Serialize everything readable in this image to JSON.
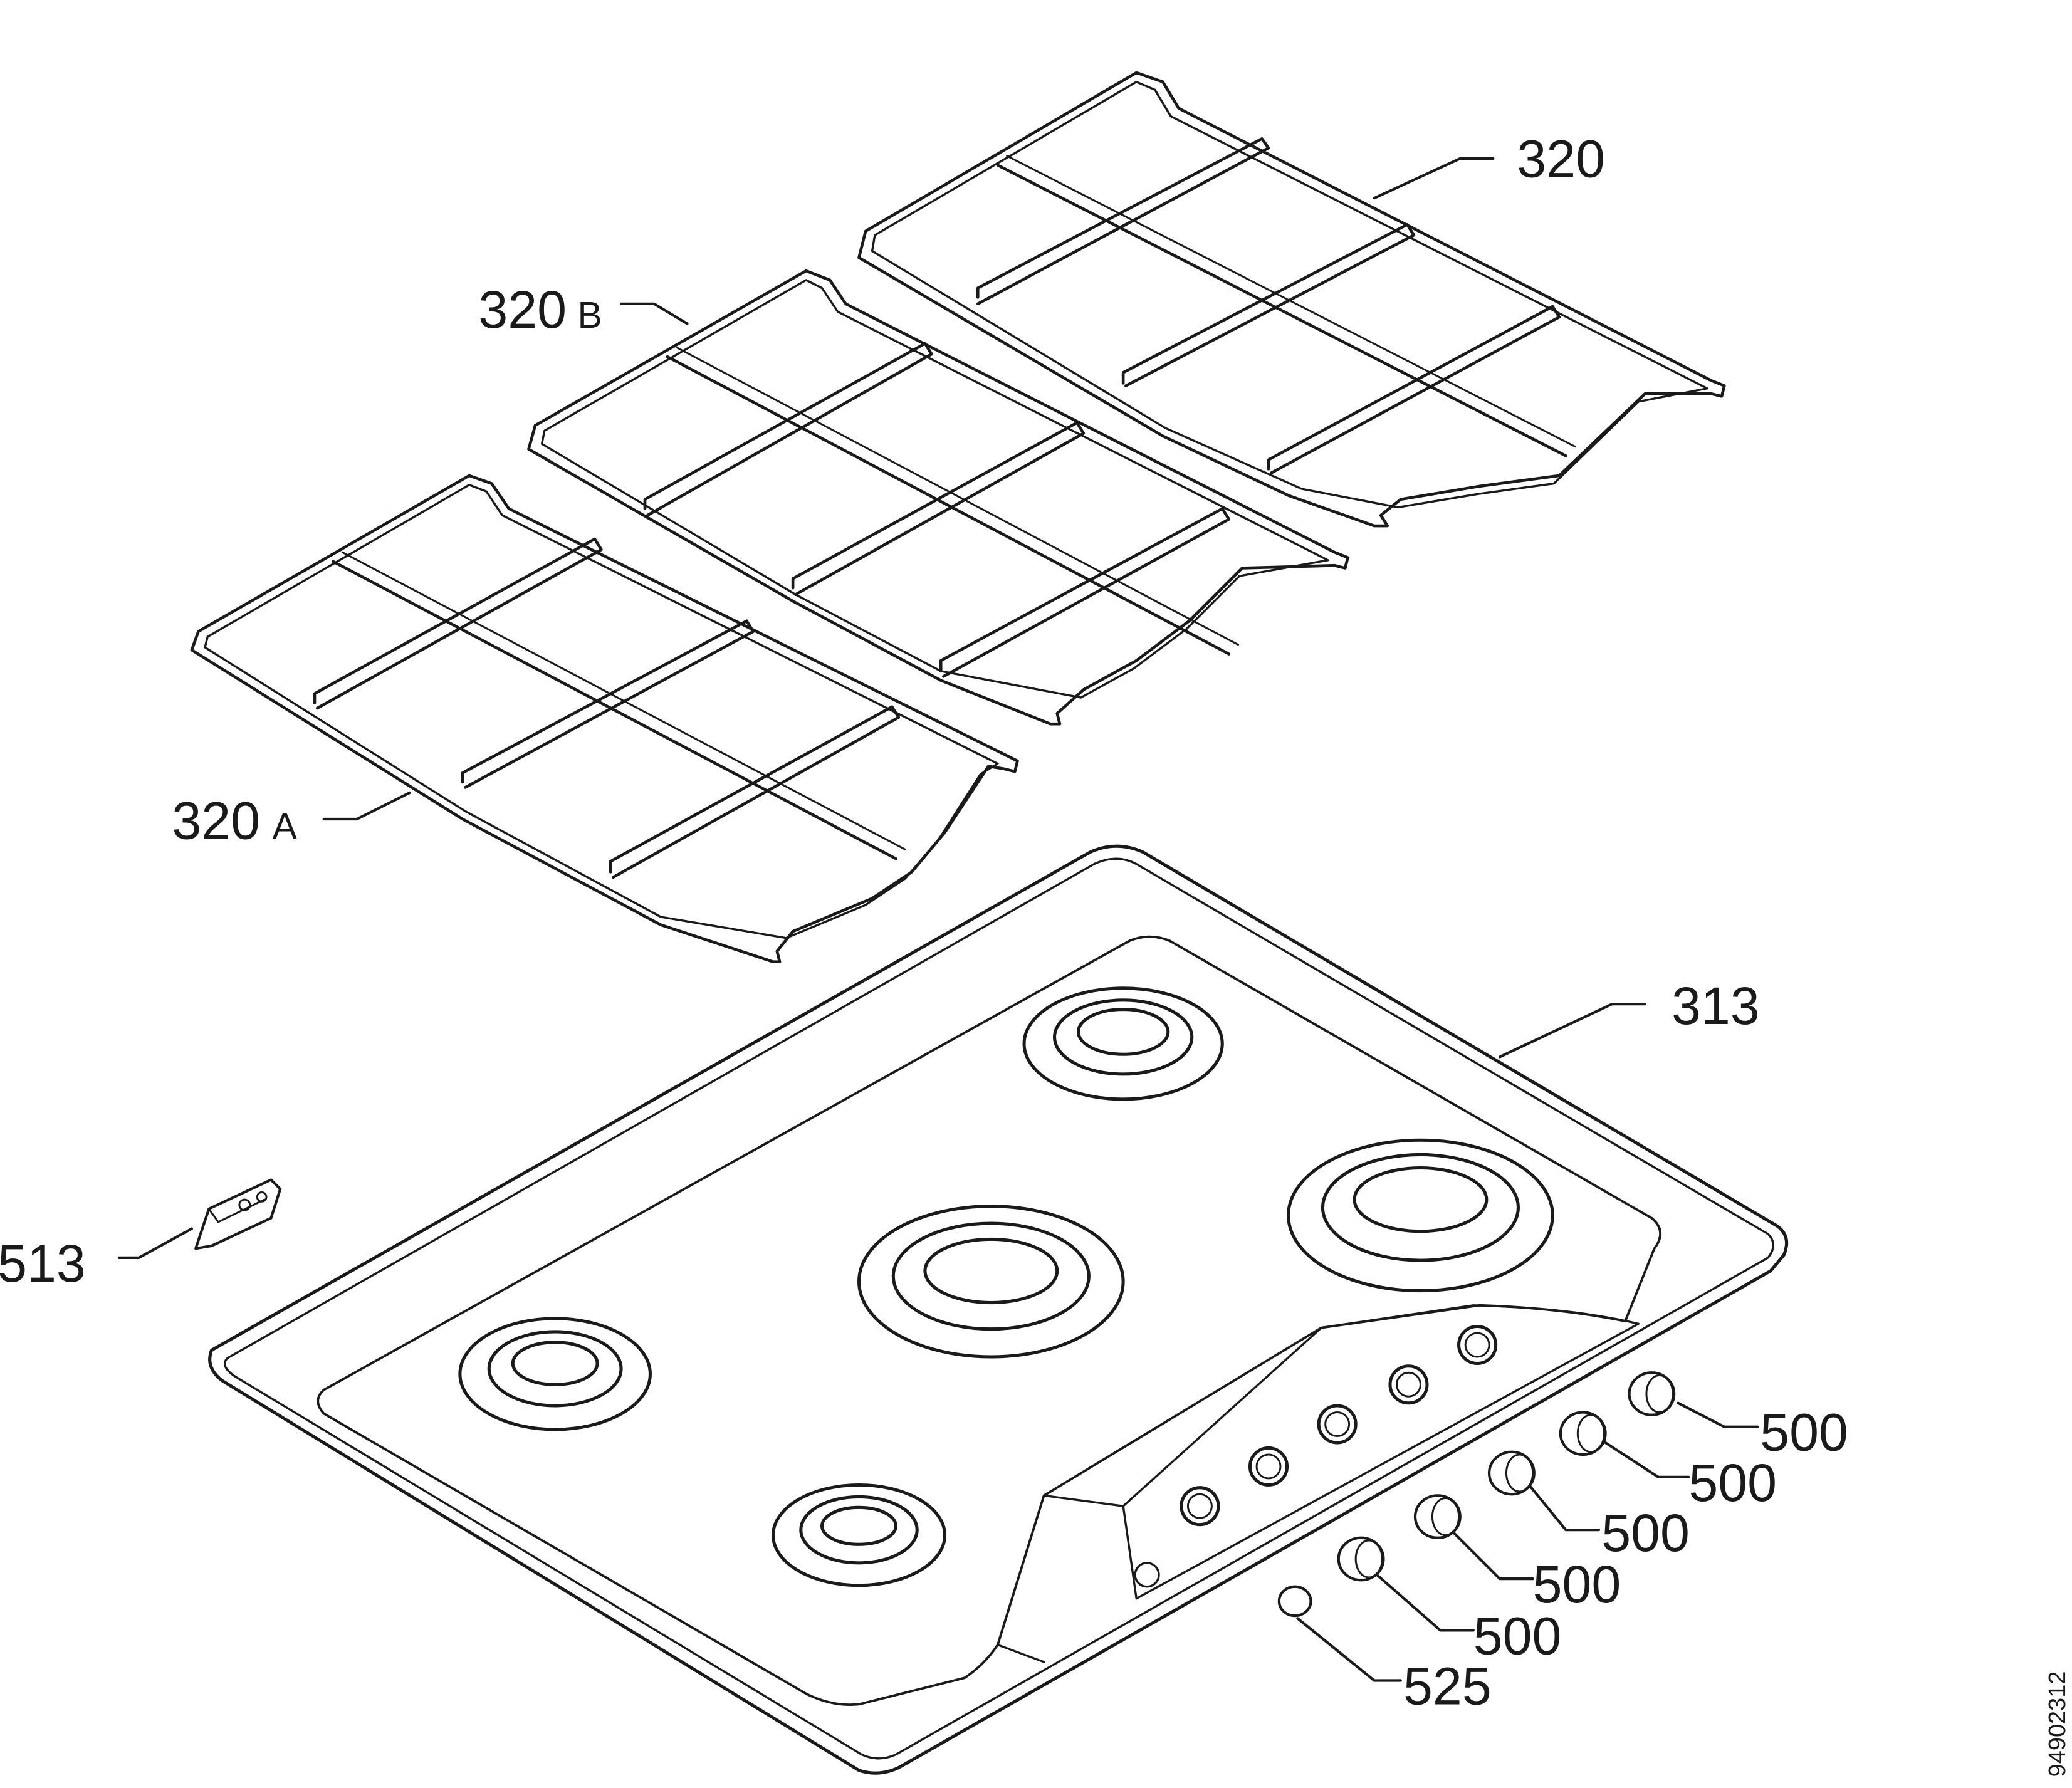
{
  "diagram": {
    "drawing_number": "94902312",
    "parts": [
      {
        "id": "grid-320",
        "number": "320",
        "suffix": ""
      },
      {
        "id": "grid-320b",
        "number": "320",
        "suffix": "B"
      },
      {
        "id": "grid-320a",
        "number": "320",
        "suffix": "A"
      },
      {
        "id": "hob-313",
        "number": "313",
        "suffix": ""
      },
      {
        "id": "bracket-513",
        "number": "513",
        "suffix": ""
      },
      {
        "id": "knob-1",
        "number": "500",
        "suffix": ""
      },
      {
        "id": "knob-2",
        "number": "500",
        "suffix": ""
      },
      {
        "id": "knob-3",
        "number": "500",
        "suffix": ""
      },
      {
        "id": "knob-4",
        "number": "500",
        "suffix": ""
      },
      {
        "id": "knob-5",
        "number": "500",
        "suffix": ""
      },
      {
        "id": "button-525",
        "number": "525",
        "suffix": ""
      }
    ]
  }
}
